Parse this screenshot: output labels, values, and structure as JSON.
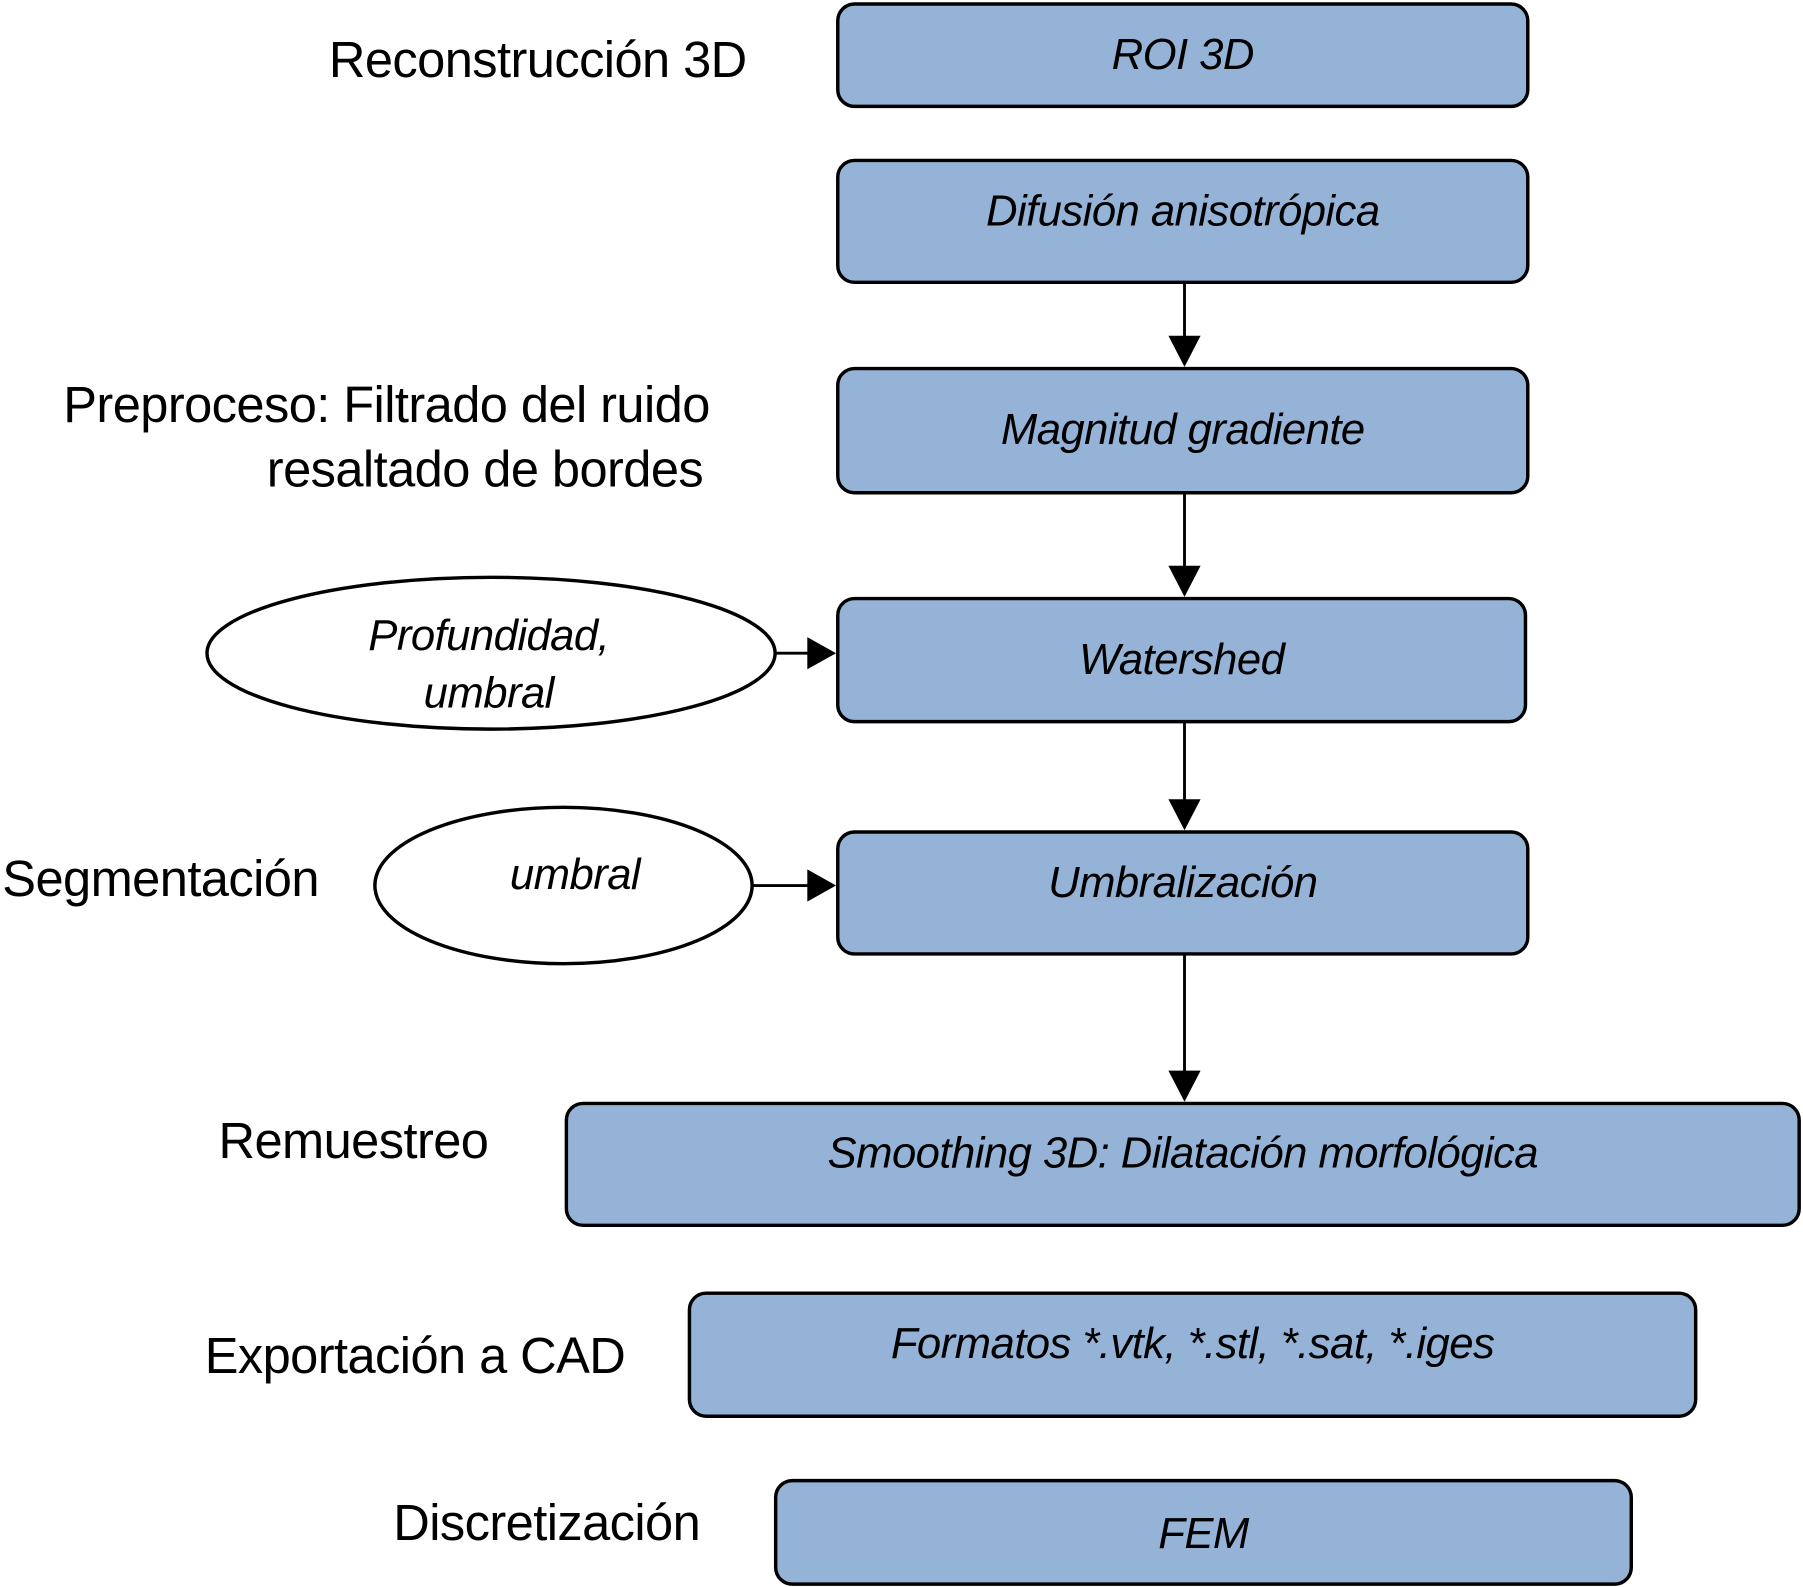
{
  "diagram": {
    "type": "flowchart",
    "colors": {
      "process_fill": "#95b3d7",
      "stroke": "#000000",
      "ellipse_fill": "#ffffff"
    },
    "stage_labels": {
      "reconstruccion": "Reconstrucción 3D",
      "preproceso_line1": "Preproceso: Filtrado del ruido",
      "preproceso_line2": "resaltado de bordes",
      "segmentacion": "Segmentación",
      "remuestreo": "Remuestreo",
      "exportacion": "Exportación a CAD",
      "discretizacion": "Discretización"
    },
    "process_boxes": {
      "roi": "ROI 3D",
      "difusion": "Difusión anisotrópica",
      "magnitud": "Magnitud gradiente",
      "watershed": "Watershed",
      "umbralizacion": "Umbralización",
      "smoothing": "Smoothing 3D: Dilatación morfológica",
      "formatos": "Formatos *.vtk, *.stl, *.sat, *.iges",
      "fem": "FEM"
    },
    "parameter_inputs": {
      "watershed_params_line1": "Profundidad,",
      "watershed_params_line2": "umbral",
      "umbral_param": "umbral"
    },
    "connections": [
      {
        "from": "Difusión anisotrópica",
        "to": "Magnitud gradiente"
      },
      {
        "from": "Magnitud gradiente",
        "to": "Watershed"
      },
      {
        "from": "Watershed",
        "to": "Umbralización"
      },
      {
        "from": "Umbralización",
        "to": "Smoothing 3D: Dilatación morfológica"
      },
      {
        "from": "Profundidad, umbral",
        "to": "Watershed"
      },
      {
        "from": "umbral",
        "to": "Umbralización"
      }
    ]
  }
}
